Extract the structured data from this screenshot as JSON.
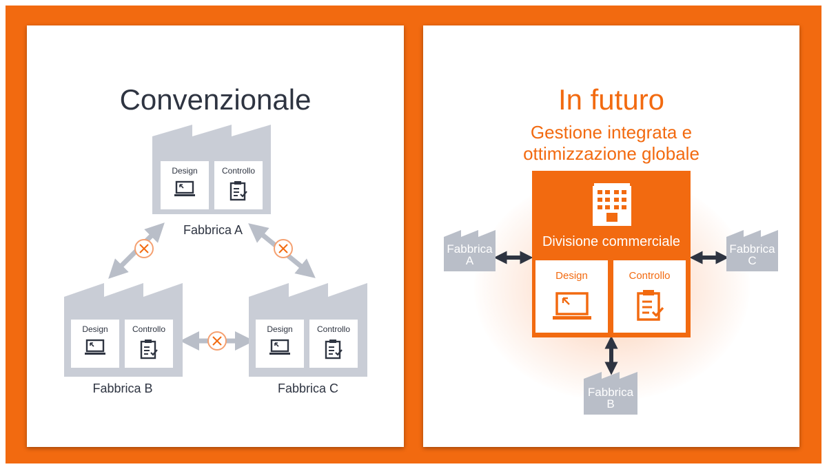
{
  "conventional": {
    "title": "Convenzionale",
    "factories": [
      {
        "name": "Fabbrica A",
        "design_label": "Design",
        "control_label": "Controllo"
      },
      {
        "name": "Fabbrica B",
        "design_label": "Design",
        "control_label": "Controllo"
      },
      {
        "name": "Fabbrica C",
        "design_label": "Design",
        "control_label": "Controllo"
      }
    ]
  },
  "future": {
    "title": "In futuro",
    "subtitle_line1": "Gestione integrata e",
    "subtitle_line2": "ottimizzazione globale",
    "division_label": "Divisione commerciale",
    "design_label": "Design",
    "control_label": "Controllo",
    "factory_a_line1": "Fabbrica",
    "factory_a_line2": "A",
    "factory_b_line1": "Fabbrica",
    "factory_b_line2": "B",
    "factory_c_line1": "Fabbrica",
    "factory_c_line2": "C"
  },
  "colors": {
    "accent": "#f26a10",
    "factory_gray": "#c9cdd6",
    "arrow_gray": "#b9bec8",
    "text_dark": "#2e3441"
  }
}
